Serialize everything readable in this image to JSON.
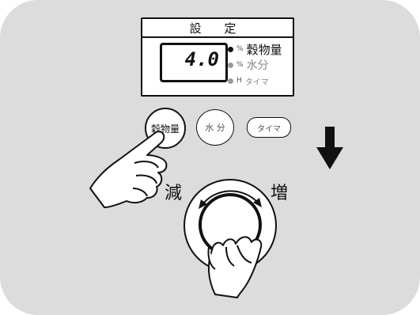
{
  "display": {
    "title": "設 定",
    "value": "4.0",
    "indicators": [
      {
        "unit": "%",
        "label": "穀物量",
        "active": true,
        "dot_color": "#111111"
      },
      {
        "unit": "%",
        "label": "水分",
        "active": false,
        "dot_color": "#999999"
      },
      {
        "unit": "H",
        "label": "タイマ",
        "active": false,
        "dot_color": "#999999"
      }
    ]
  },
  "buttons": {
    "grain": "穀物量",
    "water": "水 分",
    "timer": "タイマ"
  },
  "dial": {
    "decrease_label": "減",
    "increase_label": "増"
  },
  "icons": [
    "hand-pointer-icon",
    "hand-grip-icon",
    "down-arrow-icon",
    "rotate-arrows-icon"
  ]
}
